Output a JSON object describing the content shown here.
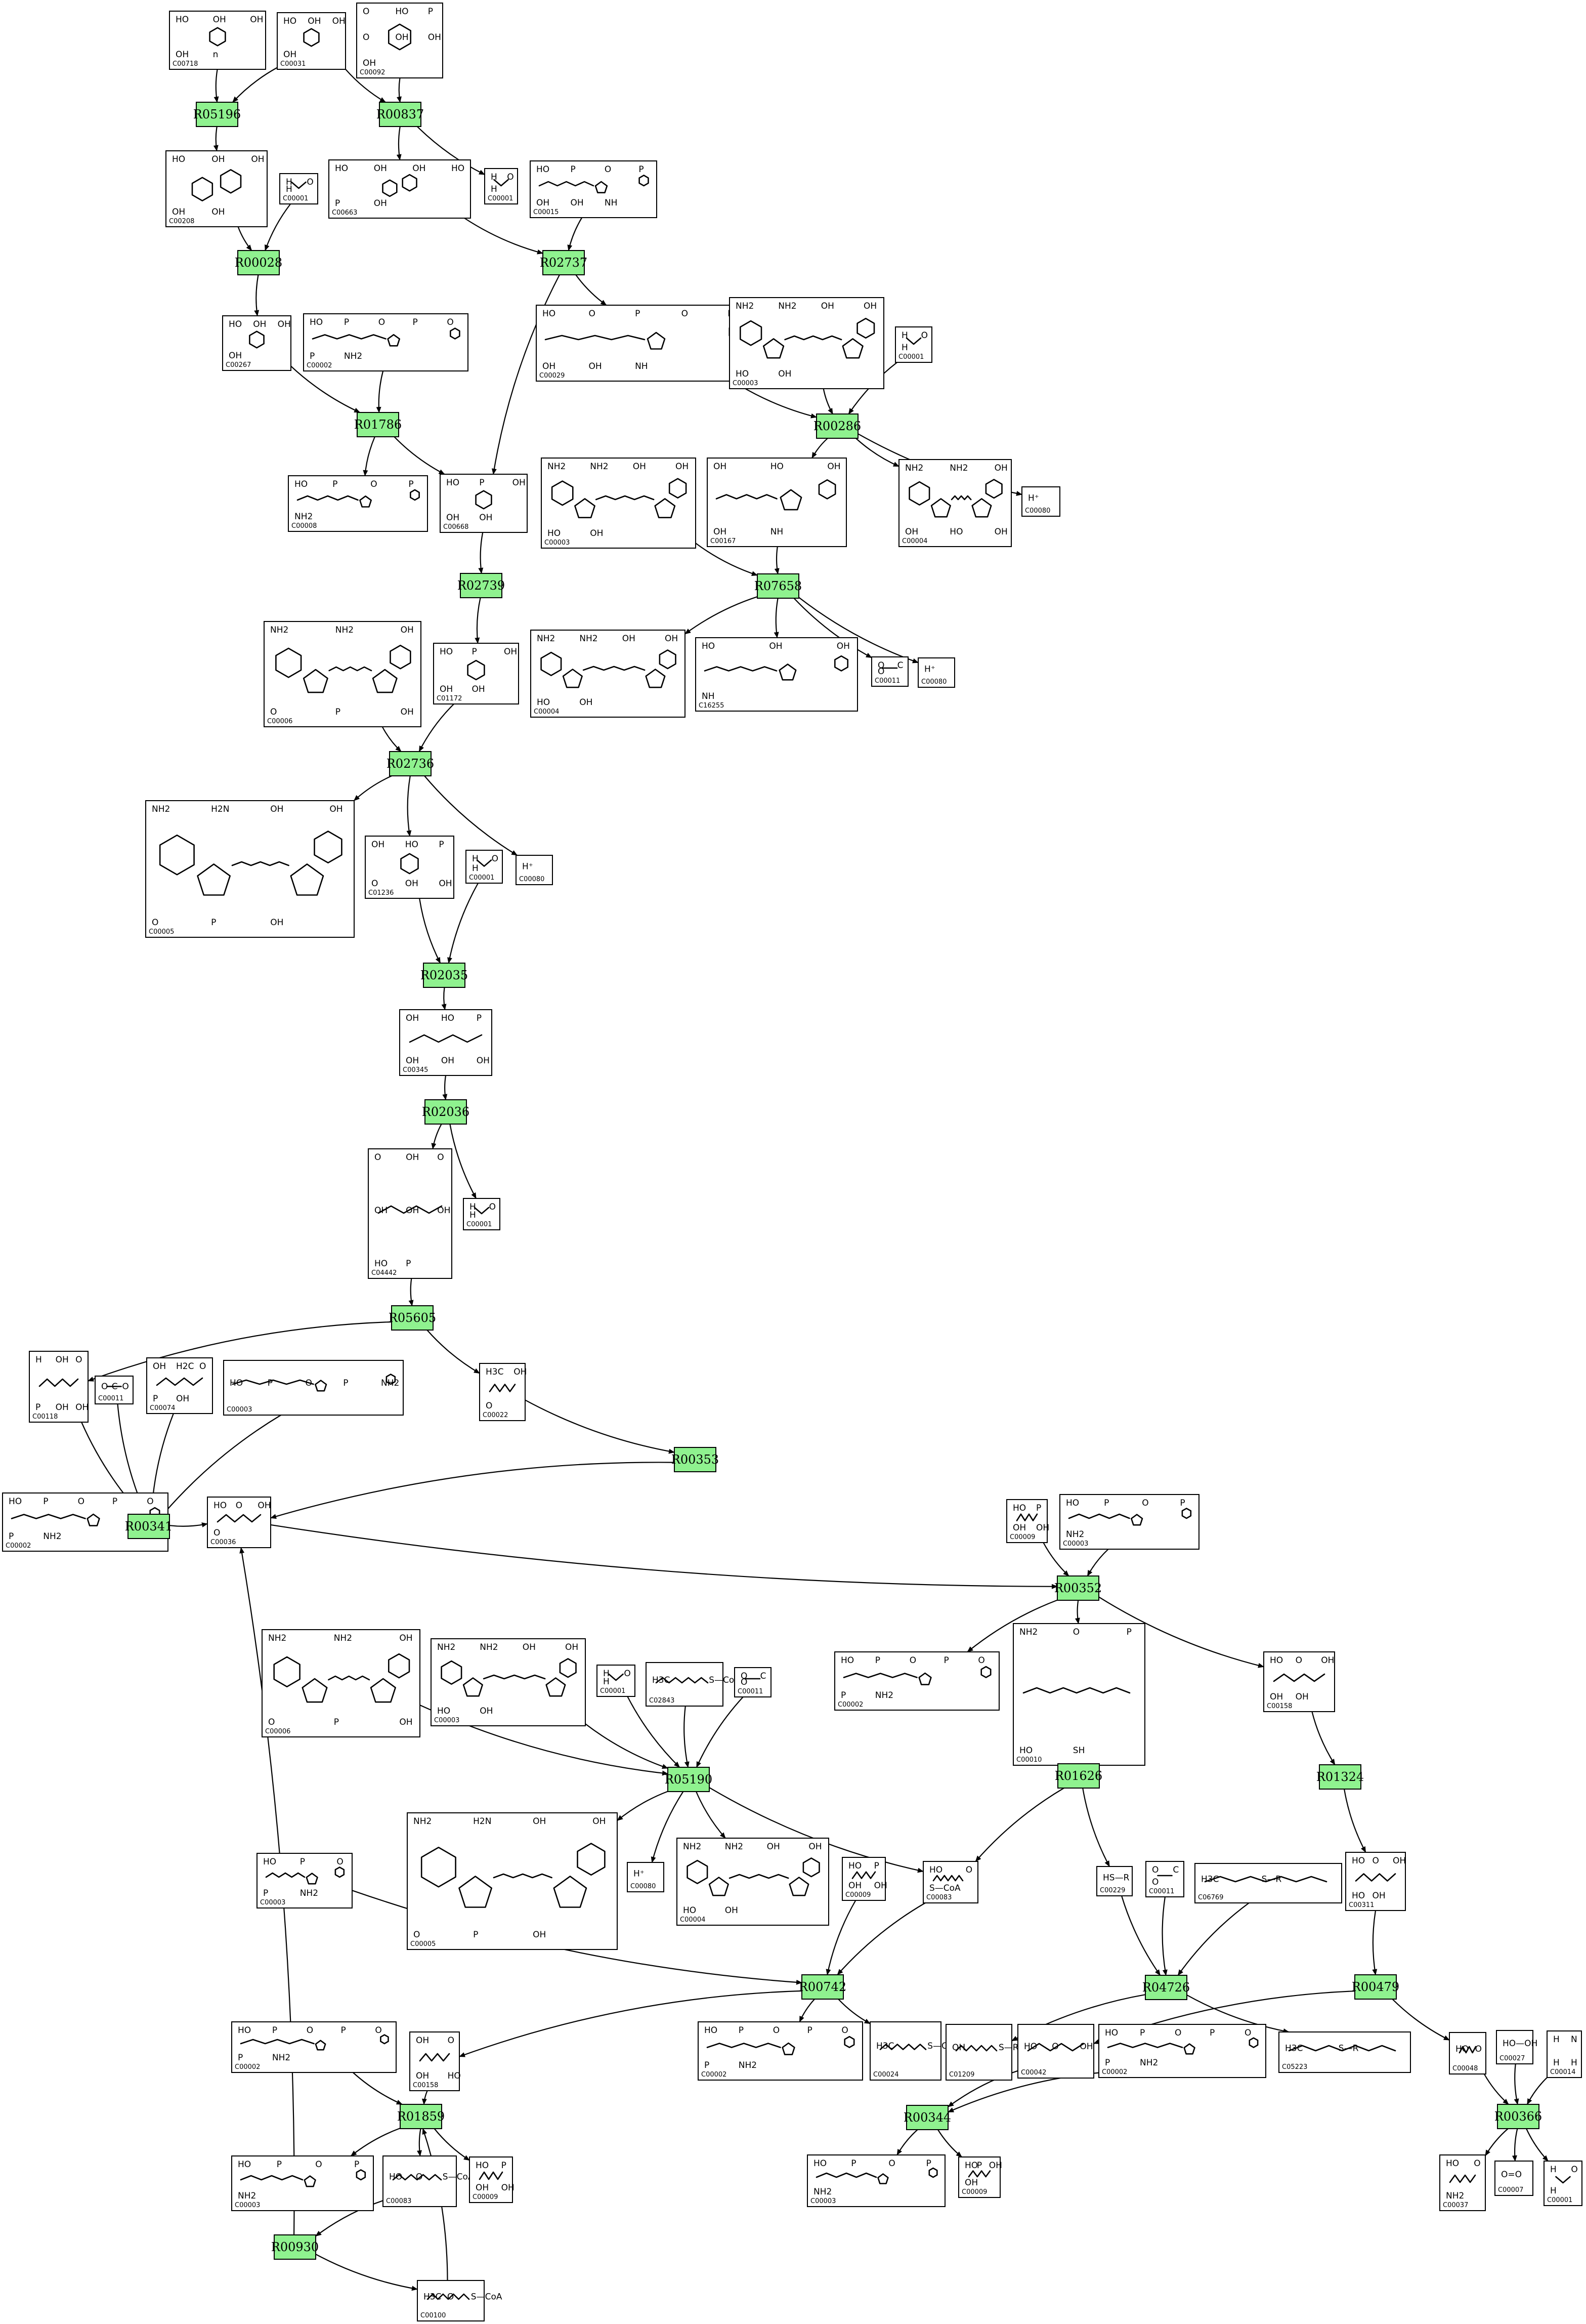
{
  "colors": {
    "reaction_fill": "#8ff28f",
    "stroke": "#000000",
    "background": "#ffffff"
  },
  "compounds": [
    {
      "id": "C00718",
      "art": "ring",
      "labels": [
        "HO",
        "OH",
        "OH",
        "OH",
        "n"
      ]
    },
    {
      "id": "C00031",
      "art": "ring",
      "labels": [
        "HO",
        "OH",
        "OH",
        "OH"
      ]
    },
    {
      "id": "C00092",
      "art": "ring",
      "labels": [
        "O",
        "HO",
        "P",
        "O",
        "OH",
        "OH",
        "OH"
      ]
    },
    {
      "id": "C00208",
      "art": "ring2",
      "labels": [
        "HO",
        "OH",
        "OH",
        "OH",
        "OH"
      ]
    },
    {
      "id": "C00001",
      "art": "water",
      "labels": [
        "H",
        "O",
        "H"
      ]
    },
    {
      "id": "C00663",
      "art": "ring2",
      "labels": [
        "HO",
        "OH",
        "OH",
        "HO",
        "P",
        "OH"
      ]
    },
    {
      "id": "C00001",
      "art": "water",
      "labels": [
        "H",
        "O",
        "H"
      ]
    },
    {
      "id": "C00015",
      "art": "nuc",
      "labels": [
        "HO",
        "P",
        "O",
        "P",
        "OH",
        "OH",
        "NH"
      ]
    },
    {
      "id": "C00267",
      "art": "ring",
      "labels": [
        "HO",
        "OH",
        "OH",
        "OH"
      ]
    },
    {
      "id": "C00002",
      "art": "nuc",
      "labels": [
        "HO",
        "P",
        "O",
        "P",
        "O",
        "P",
        "NH2"
      ]
    },
    {
      "id": "C00029",
      "art": "nuc",
      "labels": [
        "HO",
        "O",
        "P",
        "O",
        "P",
        "OH",
        "OH",
        "NH"
      ]
    },
    {
      "id": "C00003",
      "art": "nad",
      "labels": [
        "NH2",
        "NH2",
        "OH",
        "OH",
        "HO",
        "OH"
      ]
    },
    {
      "id": "C00001",
      "art": "water",
      "labels": [
        "H",
        "O",
        "H"
      ]
    },
    {
      "id": "C00008",
      "art": "nuc",
      "labels": [
        "HO",
        "P",
        "O",
        "P",
        "NH2"
      ]
    },
    {
      "id": "C00668",
      "art": "ring",
      "labels": [
        "HO",
        "P",
        "OH",
        "OH",
        "OH"
      ]
    },
    {
      "id": "C00080",
      "art": "plain",
      "labels": [
        "H⁺"
      ]
    },
    {
      "id": "C00003",
      "art": "nad",
      "labels": [
        "NH2",
        "NH2",
        "OH",
        "OH",
        "HO",
        "OH"
      ]
    },
    {
      "id": "C00167",
      "art": "nuc",
      "labels": [
        "OH",
        "HO",
        "OH",
        "OH",
        "NH"
      ]
    },
    {
      "id": "C00004",
      "art": "nad",
      "labels": [
        "NH2",
        "NH2",
        "OH",
        "OH",
        "HO",
        "OH"
      ]
    },
    {
      "id": "C01172",
      "art": "ring",
      "labels": [
        "HO",
        "P",
        "OH",
        "OH",
        "OH"
      ]
    },
    {
      "id": "C00006",
      "art": "nad",
      "labels": [
        "NH2",
        "NH2",
        "OH",
        "O",
        "P",
        "OH"
      ]
    },
    {
      "id": "C00004",
      "art": "nad",
      "labels": [
        "NH2",
        "NH2",
        "OH",
        "OH",
        "HO",
        "OH"
      ]
    },
    {
      "id": "C16255",
      "art": "nuc",
      "labels": [
        "HO",
        "OH",
        "OH",
        "NH"
      ]
    },
    {
      "id": "C00011",
      "art": "co2",
      "labels": [
        "O",
        "C",
        "O"
      ]
    },
    {
      "id": "C00080",
      "art": "plain",
      "labels": [
        "H⁺"
      ]
    },
    {
      "id": "C00005",
      "art": "nad",
      "labels": [
        "NH2",
        "H2N",
        "OH",
        "OH",
        "O",
        "P",
        "OH"
      ]
    },
    {
      "id": "C01236",
      "art": "ring",
      "labels": [
        "OH",
        "HO",
        "P",
        "O",
        "OH",
        "OH"
      ]
    },
    {
      "id": "C00001",
      "art": "water",
      "labels": [
        "H",
        "O",
        "H"
      ]
    },
    {
      "id": "C00080",
      "art": "plain",
      "labels": [
        "H⁺"
      ]
    },
    {
      "id": "C00345",
      "art": "chain",
      "labels": [
        "OH",
        "HO",
        "P",
        "OH",
        "OH",
        "OH"
      ]
    },
    {
      "id": "C04442",
      "art": "chain",
      "labels": [
        "O",
        "OH",
        "O",
        "OH",
        "OH",
        "OH",
        "HO",
        "P"
      ]
    },
    {
      "id": "C00001",
      "art": "water",
      "labels": [
        "H",
        "O",
        "H"
      ]
    },
    {
      "id": "C00118",
      "art": "chain",
      "labels": [
        "H",
        "OH",
        "O",
        "P",
        "OH",
        "OH"
      ]
    },
    {
      "id": "C00011",
      "art": "co2",
      "labels": [
        "O",
        "C",
        "O"
      ]
    },
    {
      "id": "C00074",
      "art": "chain",
      "labels": [
        "OH",
        "H2C",
        "O",
        "P",
        "OH"
      ]
    },
    {
      "id": "C00003",
      "art": "nuc",
      "labels": [
        "HO",
        "P",
        "O",
        "P",
        "NH2"
      ]
    },
    {
      "id": "C00022",
      "art": "chain",
      "labels": [
        "H3C",
        "OH",
        "O"
      ]
    },
    {
      "id": "C00002",
      "art": "nuc",
      "labels": [
        "HO",
        "P",
        "O",
        "P",
        "O",
        "P",
        "NH2"
      ]
    },
    {
      "id": "C00036",
      "art": "chain",
      "labels": [
        "HO",
        "O",
        "OH",
        "O"
      ]
    },
    {
      "id": "C00009",
      "art": "chain",
      "labels": [
        "HO",
        "P",
        "OH",
        "OH"
      ]
    },
    {
      "id": "C00003",
      "art": "nuc",
      "labels": [
        "HO",
        "P",
        "O",
        "P",
        "NH2"
      ]
    },
    {
      "id": "C00002",
      "art": "nuc",
      "labels": [
        "HO",
        "P",
        "O",
        "P",
        "O",
        "P",
        "NH2"
      ]
    },
    {
      "id": "C00010",
      "art": "coa",
      "labels": [
        "NH2",
        "O",
        "P",
        "HO",
        "SH"
      ]
    },
    {
      "id": "C00158",
      "art": "chain",
      "labels": [
        "HO",
        "O",
        "OH",
        "OH",
        "OH"
      ]
    },
    {
      "id": "C00006",
      "art": "nad",
      "labels": [
        "NH2",
        "NH2",
        "OH",
        "O",
        "P",
        "OH"
      ]
    },
    {
      "id": "C00003",
      "art": "nad",
      "labels": [
        "NH2",
        "NH2",
        "OH",
        "OH",
        "HO",
        "OH"
      ]
    },
    {
      "id": "C00001",
      "art": "water",
      "labels": [
        "H",
        "O",
        "H"
      ]
    },
    {
      "id": "C02843",
      "art": "coa",
      "labels": [
        "H3C",
        "S—CoA"
      ]
    },
    {
      "id": "C00011",
      "art": "co2",
      "labels": [
        "O",
        "C",
        "O"
      ]
    },
    {
      "id": "C00005",
      "art": "nad",
      "labels": [
        "NH2",
        "H2N",
        "OH",
        "OH",
        "O",
        "P",
        "OH"
      ]
    },
    {
      "id": "C00080",
      "art": "plain",
      "labels": [
        "H⁺"
      ]
    },
    {
      "id": "C00004",
      "art": "nad",
      "labels": [
        "NH2",
        "NH2",
        "OH",
        "OH",
        "HO",
        "OH"
      ]
    },
    {
      "id": "C00083",
      "art": "coa",
      "labels": [
        "HO",
        "O",
        "S—CoA"
      ]
    },
    {
      "id": "C00229",
      "art": "plain",
      "labels": [
        "HS—R"
      ]
    },
    {
      "id": "C00011",
      "art": "co2",
      "labels": [
        "O",
        "C",
        "O"
      ]
    },
    {
      "id": "C06769",
      "art": "coa",
      "labels": [
        "H3C",
        "S—R"
      ]
    },
    {
      "id": "C00311",
      "art": "chain",
      "labels": [
        "HO",
        "O",
        "OH",
        "HO",
        "OH"
      ]
    },
    {
      "id": "C00003",
      "art": "nuc",
      "labels": [
        "HO",
        "P",
        "O",
        "P",
        "NH2"
      ]
    },
    {
      "id": "C00009",
      "art": "chain",
      "labels": [
        "HO",
        "P",
        "OH",
        "OH"
      ]
    },
    {
      "id": "C00002",
      "art": "nuc",
      "labels": [
        "HO",
        "P",
        "O",
        "P",
        "O",
        "P",
        "NH2"
      ]
    },
    {
      "id": "C00024",
      "art": "coa",
      "labels": [
        "H3C",
        "S—CoA"
      ]
    },
    {
      "id": "C01209",
      "art": "coa",
      "labels": [
        "OH",
        "S—R"
      ]
    },
    {
      "id": "C00042",
      "art": "chain",
      "labels": [
        "HO",
        "O",
        "OH"
      ]
    },
    {
      "id": "C00002",
      "art": "nuc",
      "labels": [
        "HO",
        "P",
        "O",
        "P",
        "O",
        "P",
        "NH2"
      ]
    },
    {
      "id": "C05223",
      "art": "coa",
      "labels": [
        "H3C",
        "S—R"
      ]
    },
    {
      "id": "C00048",
      "art": "chain",
      "labels": [
        "HO",
        "O"
      ]
    },
    {
      "id": "C00027",
      "art": "plain",
      "labels": [
        "HO—OH"
      ]
    },
    {
      "id": "C00014",
      "art": "plain",
      "labels": [
        "H",
        "N",
        "H",
        "H"
      ]
    },
    {
      "id": "C00002",
      "art": "nuc",
      "labels": [
        "HO",
        "P",
        "O",
        "P",
        "O",
        "P",
        "NH2"
      ]
    },
    {
      "id": "C00158",
      "art": "chain",
      "labels": [
        "OH",
        "O",
        "OH",
        "HO"
      ]
    },
    {
      "id": "C00003",
      "art": "nuc",
      "labels": [
        "HO",
        "P",
        "O",
        "P",
        "NH2"
      ]
    },
    {
      "id": "C00083",
      "art": "coa",
      "labels": [
        "HO",
        "O",
        "S—CoA"
      ]
    },
    {
      "id": "C00009",
      "art": "chain",
      "labels": [
        "HO",
        "P",
        "OH",
        "OH"
      ]
    },
    {
      "id": "C00003",
      "art": "nuc",
      "labels": [
        "HO",
        "P",
        "O",
        "P",
        "NH2"
      ]
    },
    {
      "id": "C00009",
      "art": "chain",
      "labels": [
        "HO",
        "P",
        "OH",
        "OH"
      ]
    },
    {
      "id": "C00037",
      "art": "chain",
      "labels": [
        "HO",
        "O",
        "NH2"
      ]
    },
    {
      "id": "C00007",
      "art": "plain",
      "labels": [
        "O=O"
      ]
    },
    {
      "id": "C00001",
      "art": "water",
      "labels": [
        "H",
        "O",
        "H"
      ]
    },
    {
      "id": "C00100",
      "art": "coa",
      "labels": [
        "H3C",
        "O",
        "S—CoA"
      ]
    }
  ],
  "reactions": [
    {
      "id": "R05196"
    },
    {
      "id": "R00837"
    },
    {
      "id": "R00028"
    },
    {
      "id": "R02737"
    },
    {
      "id": "R01786"
    },
    {
      "id": "R00286"
    },
    {
      "id": "R02739"
    },
    {
      "id": "R07658"
    },
    {
      "id": "R02736"
    },
    {
      "id": "R02035"
    },
    {
      "id": "R02036"
    },
    {
      "id": "R05605"
    },
    {
      "id": "R00341"
    },
    {
      "id": "R00353"
    },
    {
      "id": "R00352"
    },
    {
      "id": "R05190"
    },
    {
      "id": "R01626"
    },
    {
      "id": "R01324"
    },
    {
      "id": "R00742"
    },
    {
      "id": "R04726"
    },
    {
      "id": "R00479"
    },
    {
      "id": "R01859"
    },
    {
      "id": "R00344"
    },
    {
      "id": "R00366"
    },
    {
      "id": "R00930"
    }
  ],
  "edges": [
    [
      "c0",
      "r0"
    ],
    [
      "c1",
      "r0"
    ],
    [
      "c1",
      "r1"
    ],
    [
      "c2",
      "r1"
    ],
    [
      "r0",
      "c3"
    ],
    [
      "r1",
      "c5"
    ],
    [
      "r1",
      "c6"
    ],
    [
      "c3",
      "r2"
    ],
    [
      "c4",
      "r2"
    ],
    [
      "r2",
      "c8"
    ],
    [
      "c5",
      "r3"
    ],
    [
      "c7",
      "r3"
    ],
    [
      "r3",
      "c10"
    ],
    [
      "r3",
      "c14"
    ],
    [
      "c8",
      "r4"
    ],
    [
      "c9",
      "r4"
    ],
    [
      "r4",
      "c13"
    ],
    [
      "r4",
      "c14"
    ],
    [
      "c10",
      "r5"
    ],
    [
      "c11",
      "r5"
    ],
    [
      "c12",
      "r5"
    ],
    [
      "r5",
      "c17"
    ],
    [
      "r5",
      "c18"
    ],
    [
      "r5",
      "c15"
    ],
    [
      "c14",
      "r6"
    ],
    [
      "r6",
      "c19"
    ],
    [
      "c16",
      "r7"
    ],
    [
      "c17",
      "r7"
    ],
    [
      "r7",
      "c21"
    ],
    [
      "r7",
      "c22"
    ],
    [
      "r7",
      "c23"
    ],
    [
      "r7",
      "c24"
    ],
    [
      "c19",
      "r8"
    ],
    [
      "c20",
      "r8"
    ],
    [
      "r8",
      "c25"
    ],
    [
      "r8",
      "c26"
    ],
    [
      "r8",
      "c28"
    ],
    [
      "c26",
      "r9"
    ],
    [
      "c27",
      "r9"
    ],
    [
      "r9",
      "c29"
    ],
    [
      "c29",
      "r10"
    ],
    [
      "r10",
      "c30"
    ],
    [
      "r10",
      "c31"
    ],
    [
      "c30",
      "r11"
    ],
    [
      "r11",
      "c32"
    ],
    [
      "r11",
      "c36"
    ],
    [
      "c33",
      "r12"
    ],
    [
      "c34",
      "r12"
    ],
    [
      "c35",
      "r12"
    ],
    [
      "c32",
      "r12"
    ],
    [
      "r12",
      "c37"
    ],
    [
      "r12",
      "c38"
    ],
    [
      "c36",
      "r13"
    ],
    [
      "r13",
      "c38"
    ],
    [
      "c38",
      "r14"
    ],
    [
      "c39",
      "r14"
    ],
    [
      "c40",
      "r14"
    ],
    [
      "r14",
      "c41"
    ],
    [
      "r14",
      "c42"
    ],
    [
      "r14",
      "c43"
    ],
    [
      "c44",
      "r15"
    ],
    [
      "c45",
      "r15"
    ],
    [
      "c46",
      "r15"
    ],
    [
      "c47",
      "r15"
    ],
    [
      "c48",
      "r15"
    ],
    [
      "r15",
      "c49"
    ],
    [
      "r15",
      "c50"
    ],
    [
      "r15",
      "c51"
    ],
    [
      "r15",
      "c52"
    ],
    [
      "c42",
      "r16"
    ],
    [
      "r16",
      "c52"
    ],
    [
      "r16",
      "c53"
    ],
    [
      "c43",
      "r17"
    ],
    [
      "r17",
      "c56"
    ],
    [
      "c53",
      "r19"
    ],
    [
      "c54",
      "r19"
    ],
    [
      "c55",
      "r19"
    ],
    [
      "r19",
      "c61"
    ],
    [
      "r19",
      "c64"
    ],
    [
      "c56",
      "r20"
    ],
    [
      "r20",
      "c65"
    ],
    [
      "r20",
      "c62"
    ],
    [
      "c52",
      "r18"
    ],
    [
      "c57",
      "r18"
    ],
    [
      "c58",
      "r18"
    ],
    [
      "r18",
      "c59"
    ],
    [
      "r18",
      "c60"
    ],
    [
      "r18",
      "c69"
    ],
    [
      "c68",
      "r21"
    ],
    [
      "c69",
      "r21"
    ],
    [
      "r21",
      "c70"
    ],
    [
      "r21",
      "c71"
    ],
    [
      "r21",
      "c72"
    ],
    [
      "c62",
      "r22"
    ],
    [
      "c63",
      "r22"
    ],
    [
      "r22",
      "c73"
    ],
    [
      "r22",
      "c74"
    ],
    [
      "c65",
      "r23"
    ],
    [
      "c66",
      "r23"
    ],
    [
      "c67",
      "r23"
    ],
    [
      "r23",
      "c75"
    ],
    [
      "r23",
      "c76"
    ],
    [
      "r23",
      "c77"
    ],
    [
      "c71",
      "r24"
    ],
    [
      "r24",
      "c78"
    ],
    [
      "c78",
      "r21"
    ],
    [
      "r24",
      "c38"
    ]
  ]
}
